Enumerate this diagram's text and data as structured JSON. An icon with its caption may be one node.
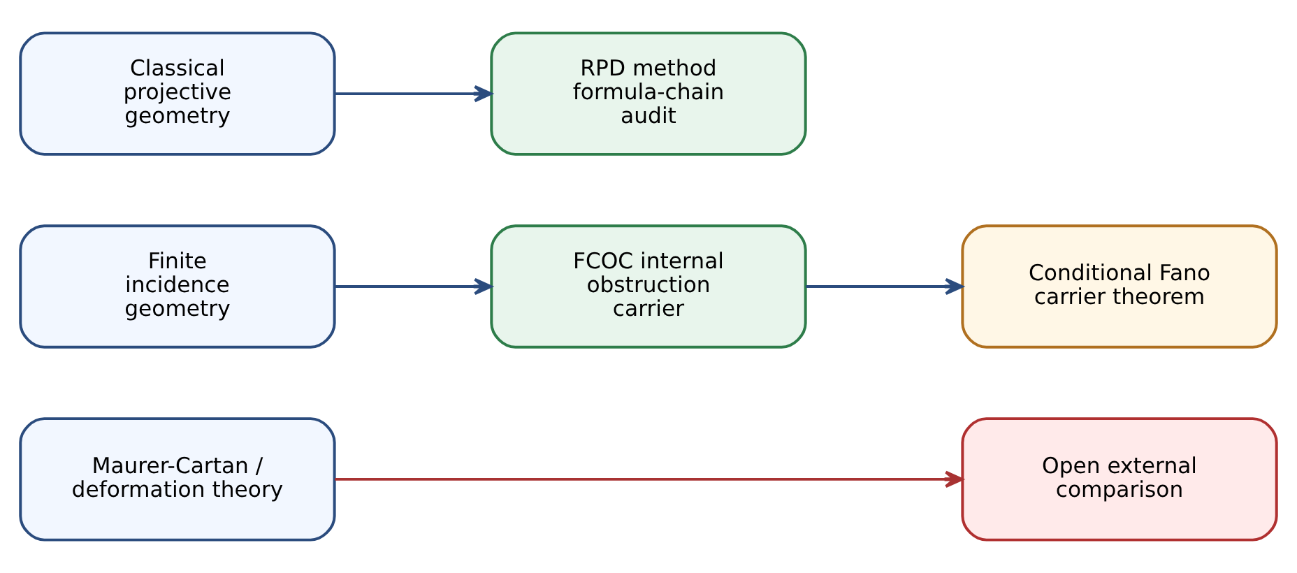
{
  "diagram": {
    "nodes": [
      {
        "text": [
          "Classical projective geometry"
        ]
      },
      {
        "text": [
          "Finite incidence geometry"
        ]
      },
      {
        "text": [
          "Maurer-Cartan / deformation theory"
        ]
      },
      {
        "text": [
          "RPD method formula-chain audit"
        ]
      },
      {
        "text": [
          "FCOC internal obstruction carrier"
        ]
      },
      {
        "text": [
          "Conditional Fano carrier theorem"
        ]
      },
      {
        "text": [
          "Open external comparison"
        ]
      }
    ],
    "edges": [
      {
        "from": 0,
        "to": 3,
        "arrow": "to"
      },
      {
        "from": 1,
        "to": 4,
        "arrow": "to"
      },
      {
        "from": 4,
        "to": 5,
        "arrow": "to"
      },
      {
        "from": 2,
        "to": 6,
        "arrow": "to",
        "color": "#a83232"
      }
    ]
  }
}
